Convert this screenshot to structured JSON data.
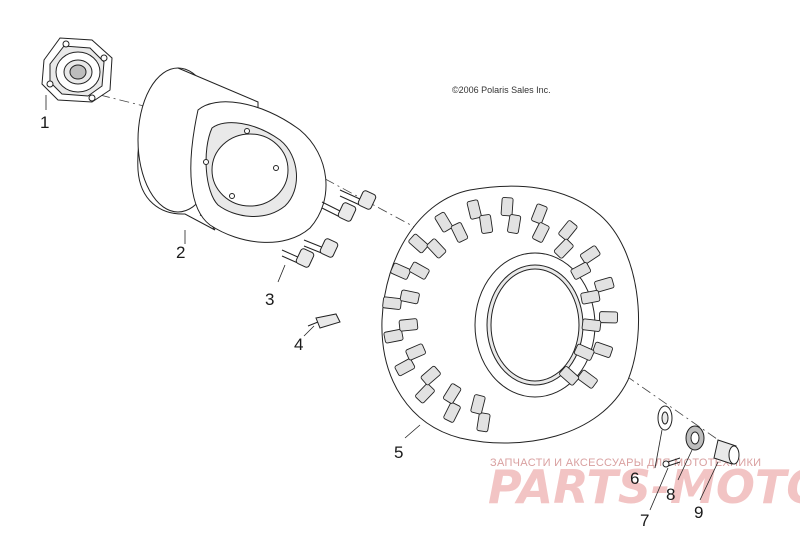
{
  "copyright": "©2006 Polaris Sales Inc.",
  "callouts": [
    "1",
    "2",
    "3",
    "4",
    "5",
    "6",
    "7",
    "8",
    "9"
  ],
  "watermark": {
    "tagline": "ЗАПЧАСТИ И АКСЕССУАРЫ ДЛЯ МОТОТЕХНИКИ",
    "site": "PARTS-MOTO.RU"
  }
}
